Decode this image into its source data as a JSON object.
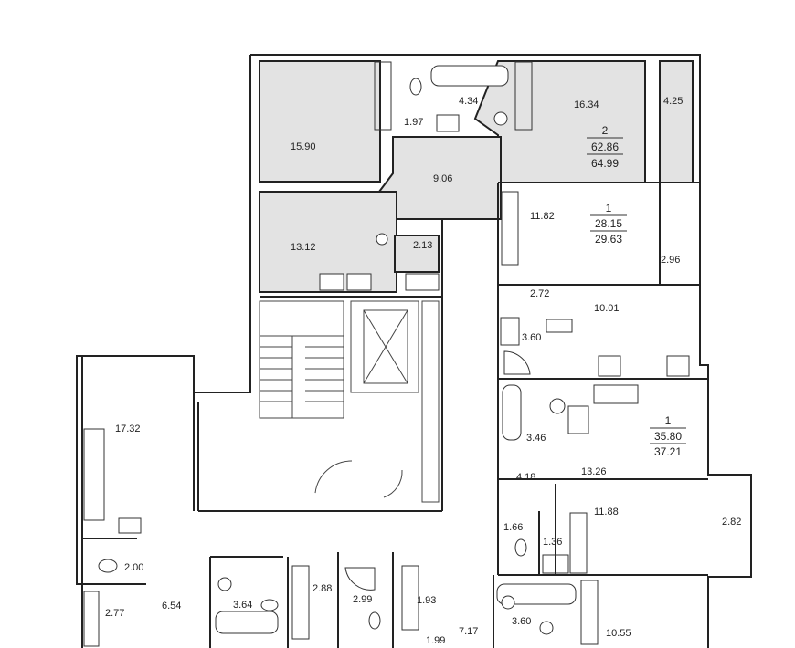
{
  "rooms": [
    {
      "id": "r1590",
      "text": "15.90"
    },
    {
      "id": "r197",
      "text": "1.97"
    },
    {
      "id": "r434",
      "text": "4.34"
    },
    {
      "id": "r1634",
      "text": "16.34"
    },
    {
      "id": "r425",
      "text": "4.25"
    },
    {
      "id": "r906",
      "text": "9.06"
    },
    {
      "id": "r1312",
      "text": "13.12"
    },
    {
      "id": "r213",
      "text": "2.13"
    },
    {
      "id": "r1182",
      "text": "11.82"
    },
    {
      "id": "r296",
      "text": "2.96"
    },
    {
      "id": "r272",
      "text": "2.72"
    },
    {
      "id": "r1001",
      "text": "10.01"
    },
    {
      "id": "r360a",
      "text": "3.60"
    },
    {
      "id": "r1732",
      "text": "17.32"
    },
    {
      "id": "r346",
      "text": "3.46"
    },
    {
      "id": "r418",
      "text": "4.18"
    },
    {
      "id": "r1326",
      "text": "13.26"
    },
    {
      "id": "r1188",
      "text": "11.88"
    },
    {
      "id": "r166",
      "text": "1.66"
    },
    {
      "id": "r136",
      "text": "1.36"
    },
    {
      "id": "r282",
      "text": "2.82"
    },
    {
      "id": "r200",
      "text": "2.00"
    },
    {
      "id": "r277",
      "text": "2.77"
    },
    {
      "id": "r654",
      "text": "6.54"
    },
    {
      "id": "r364",
      "text": "3.64"
    },
    {
      "id": "r288",
      "text": "2.88"
    },
    {
      "id": "r299",
      "text": "2.99"
    },
    {
      "id": "r193",
      "text": "1.93"
    },
    {
      "id": "r199",
      "text": "1.99"
    },
    {
      "id": "r717",
      "text": "7.17"
    },
    {
      "id": "r360b",
      "text": "3.60"
    },
    {
      "id": "r1055",
      "text": "10.55"
    }
  ],
  "apartments": [
    {
      "id": "apt-2",
      "rooms": "2",
      "living": "62.86",
      "total": "64.99"
    },
    {
      "id": "apt-1a",
      "rooms": "1",
      "living": "28.15",
      "total": "29.63"
    },
    {
      "id": "apt-1b",
      "rooms": "1",
      "living": "35.80",
      "total": "37.21"
    }
  ],
  "colors": {
    "highlight": "#e3e3e3",
    "wall": "#222222"
  }
}
